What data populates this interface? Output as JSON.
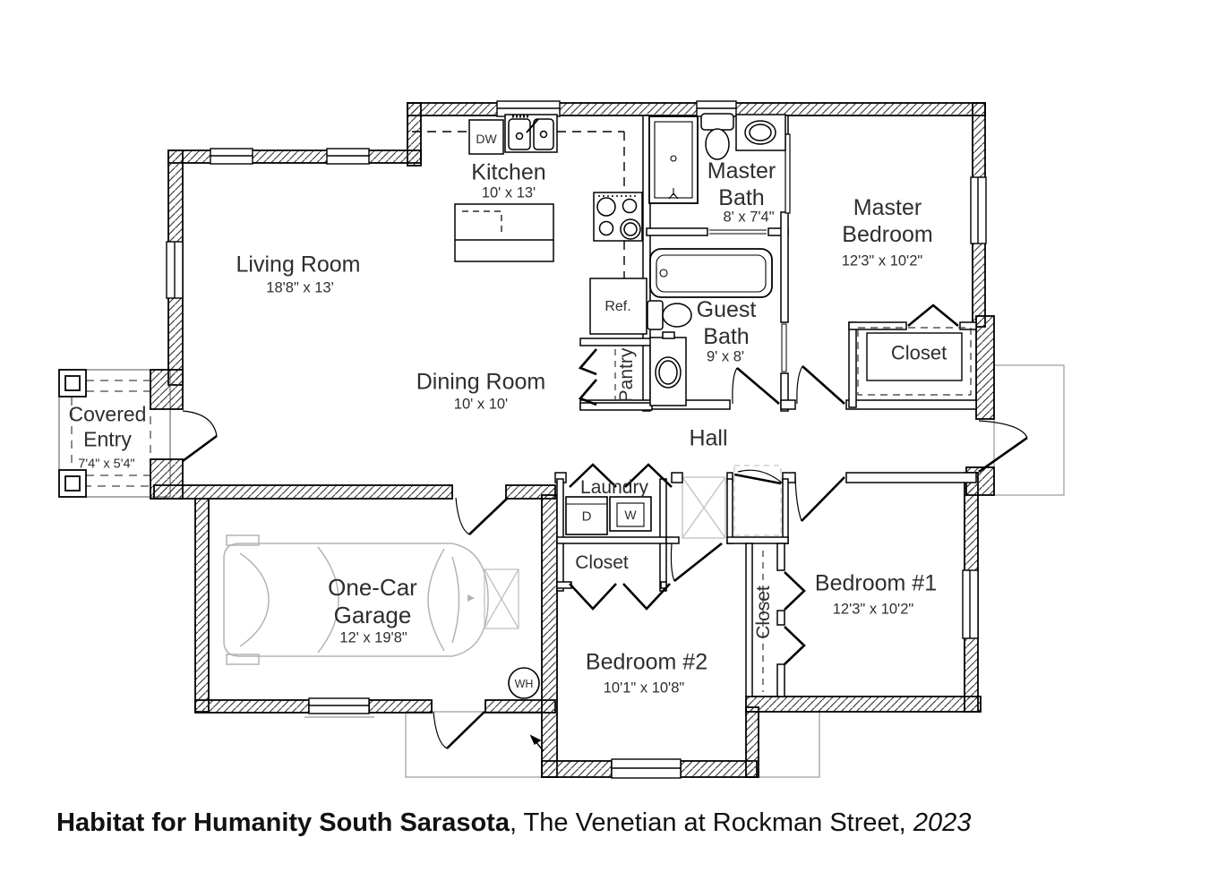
{
  "title": {
    "bold": "Habitat for Humanity South Sarasota",
    "regular": ", The Venetian at Rockman Street, ",
    "italic": "2023"
  },
  "rooms": {
    "living_room": {
      "name": "Living Room",
      "dims": "18'8\" x 13'"
    },
    "kitchen": {
      "name": "Kitchen",
      "dims": "10' x 13'"
    },
    "dining_room": {
      "name": "Dining Room",
      "dims": "10' x 10'"
    },
    "master_bath": {
      "name": "Master Bath",
      "dims": "8' x 7'4\""
    },
    "master_bedroom": {
      "name": "Master Bedroom",
      "dims": "12'3\" x 10'2\""
    },
    "guest_bath": {
      "name": "Guest Bath",
      "dims": "9' x 8'"
    },
    "covered_entry": {
      "name": "Covered Entry",
      "dims": "7'4\" x 5'4\""
    },
    "hall": {
      "name": "Hall"
    },
    "pantry": {
      "name": "Pantry"
    },
    "laundry": {
      "name": "Laundry"
    },
    "garage": {
      "name": "One-Car Garage",
      "dims": "12' x 19'8\""
    },
    "bedroom1": {
      "name": "Bedroom #1",
      "dims": "12'3\" x 10'2\""
    },
    "bedroom2": {
      "name": "Bedroom #2",
      "dims": "10'1\" x 10'8\""
    },
    "closet_master": {
      "name": "Closet"
    },
    "closet_hall": {
      "name": "Closet"
    },
    "closet_bedroom1": {
      "name": "Closet"
    }
  },
  "fixtures": {
    "dishwasher": "DW",
    "dryer": "D",
    "washer": "W",
    "refrigerator": "Ref.",
    "water_heater": "WH"
  },
  "colors": {
    "wall_line": "#000000",
    "text": "#2e2e2e",
    "site_line": "#9a9a9a"
  }
}
